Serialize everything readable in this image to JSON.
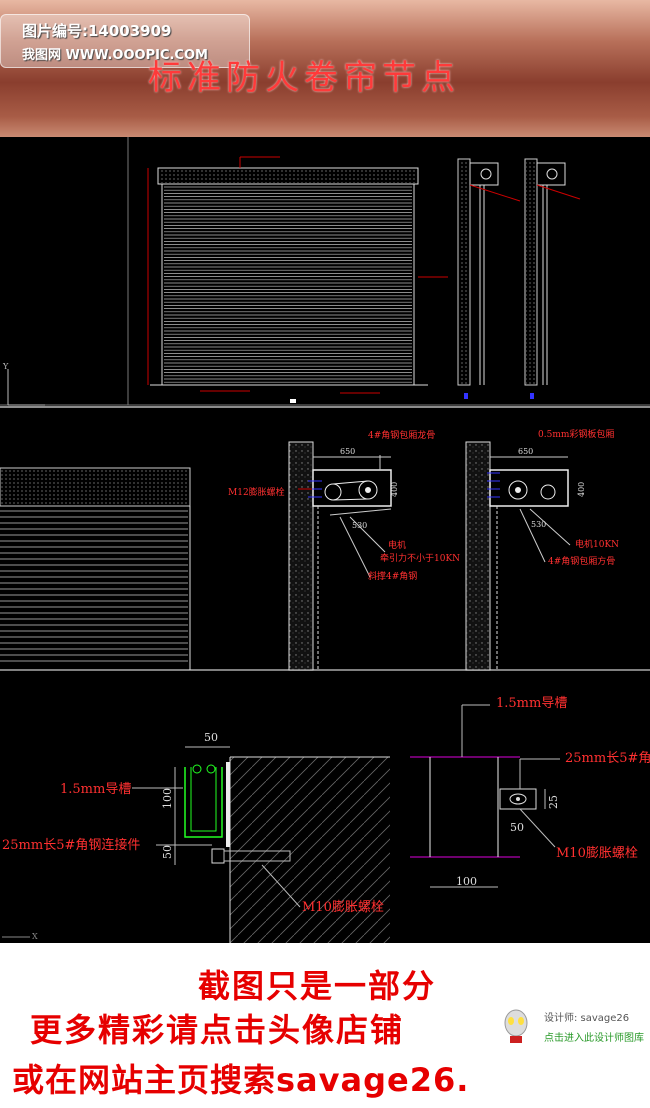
{
  "watermark": {
    "id_label": "图片编号:14003909",
    "site_label": "我图网  WWW.OOOPIC.COM"
  },
  "title": "标准防火卷帘节点",
  "annotations": {
    "d1_left": "4#角钢包厢龙骨",
    "d1_bolt": "M12膨胀螺栓",
    "d1_w": "650",
    "d1_h": "400",
    "d1_b": "530",
    "d1_motor": "电机",
    "d1_force": "牵引力不小于10KN",
    "d1_angle": "斜撑4#角钢",
    "d2_top": "0.5mm彩钢板包厢",
    "d2_w": "650",
    "d2_h": "400",
    "d2_b": "530",
    "d2_motor": "电机10KN",
    "d2_angle": "4#角钢包厢方骨",
    "s1_dim": "50",
    "s1_guide": "1.5mm导槽",
    "s1_100": "100",
    "s1_50": "50",
    "s1_conn": "25mm长5#角钢连接件",
    "s1_bolt": "M10膨胀螺栓",
    "s2_guide": "1.5mm导槽",
    "s2_angle": "25mm长5#角",
    "s2_25": "25",
    "s2_50": "50",
    "s2_bolt": "M10膨胀螺栓",
    "s2_100": "100"
  },
  "footer": {
    "line1": "截图只是一部分",
    "line2": "更多精彩请点击头像店铺",
    "line3": "或在网站主页搜索savage26.",
    "designer": "设计师: savage26",
    "designer_link": "点击进入此设计师图库"
  }
}
